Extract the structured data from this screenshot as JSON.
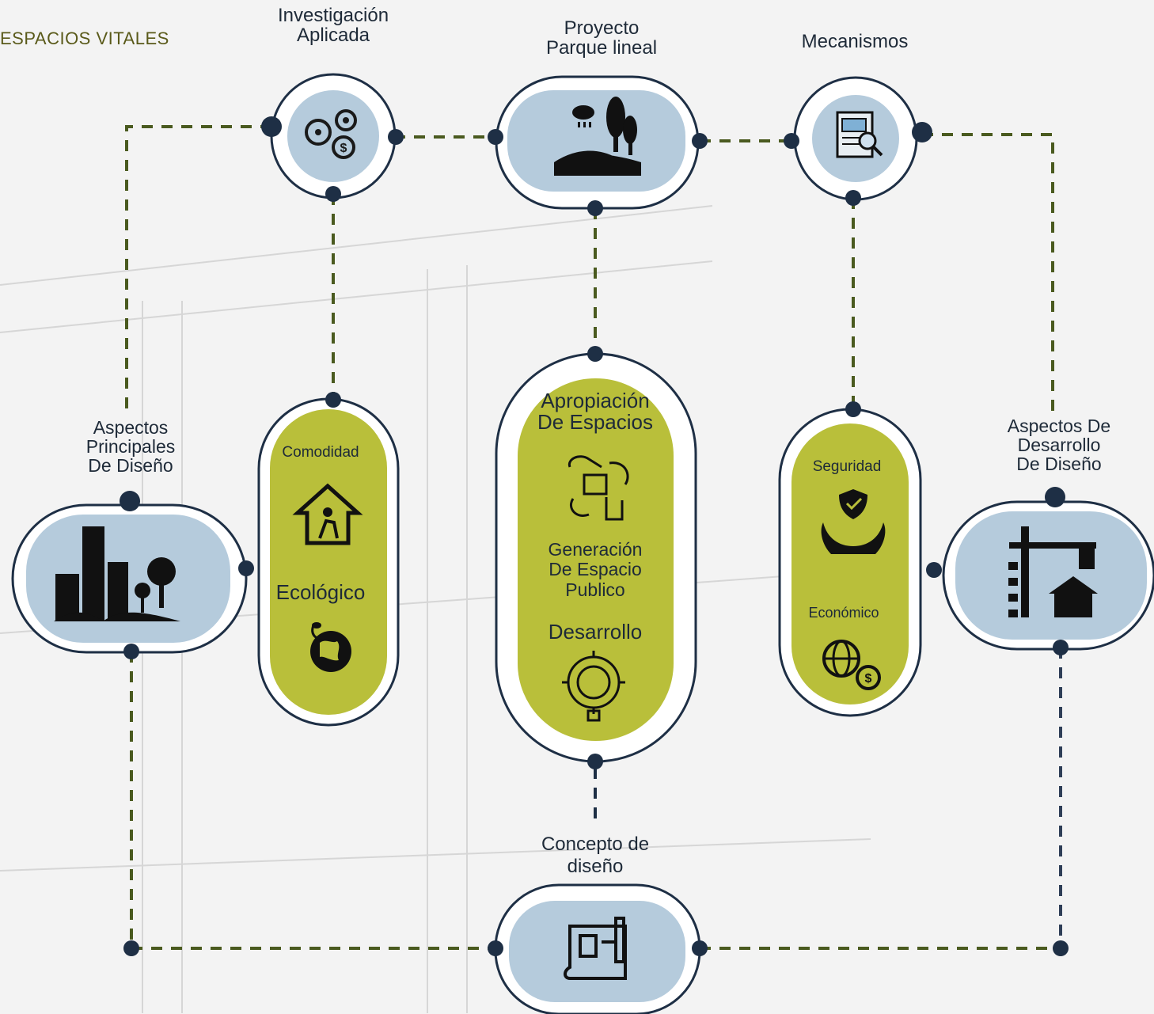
{
  "header": {
    "title": "ESPACIOS VITALES"
  },
  "nodes": {
    "investigacion": {
      "line1": "Investigación",
      "line2": "Aplicada",
      "icon": "gears-dollar-icon"
    },
    "proyecto": {
      "line1": "Proyecto",
      "line2": "Parque lineal",
      "icon": "park-landscape-icon"
    },
    "mecanismos": {
      "line1": "Mecanismos",
      "icon": "document-search-icon"
    },
    "aspectos_principales": {
      "line1": "Aspectos",
      "line2": "Principales",
      "line3": "De Diseño",
      "icon": "city-trees-icon"
    },
    "aspectos_desarrollo": {
      "line1": "Aspectos De",
      "line2": "Desarrollo",
      "line3": "De Diseño",
      "icon": "construction-crane-icon"
    },
    "concepto": {
      "line1": "Concepto de",
      "line2": "diseño",
      "icon": "blueprint-icon"
    }
  },
  "pills": {
    "left": {
      "item1": "Comodidad",
      "item2": "Ecológico",
      "icons": [
        "home-person-icon",
        "eco-globe-icon"
      ]
    },
    "center": {
      "item1_line1": "Apropiación",
      "item1_line2": "De Espacios",
      "item2_line1": "Generación",
      "item2_line2": "De Espacio",
      "item2_line3": "Publico",
      "item3": "Desarrollo",
      "icons": [
        "hands-puzzle-icon",
        "gear-bulb-icon"
      ]
    },
    "right": {
      "item1": "Seguridad",
      "item2": "Económico",
      "icons": [
        "shield-hands-icon",
        "globe-dollar-icon"
      ]
    }
  },
  "colors": {
    "olive": "#b9bf3a",
    "light_blue": "#b5cbdc",
    "navy": "#1e2f45",
    "dash": "#4a5a1f"
  }
}
